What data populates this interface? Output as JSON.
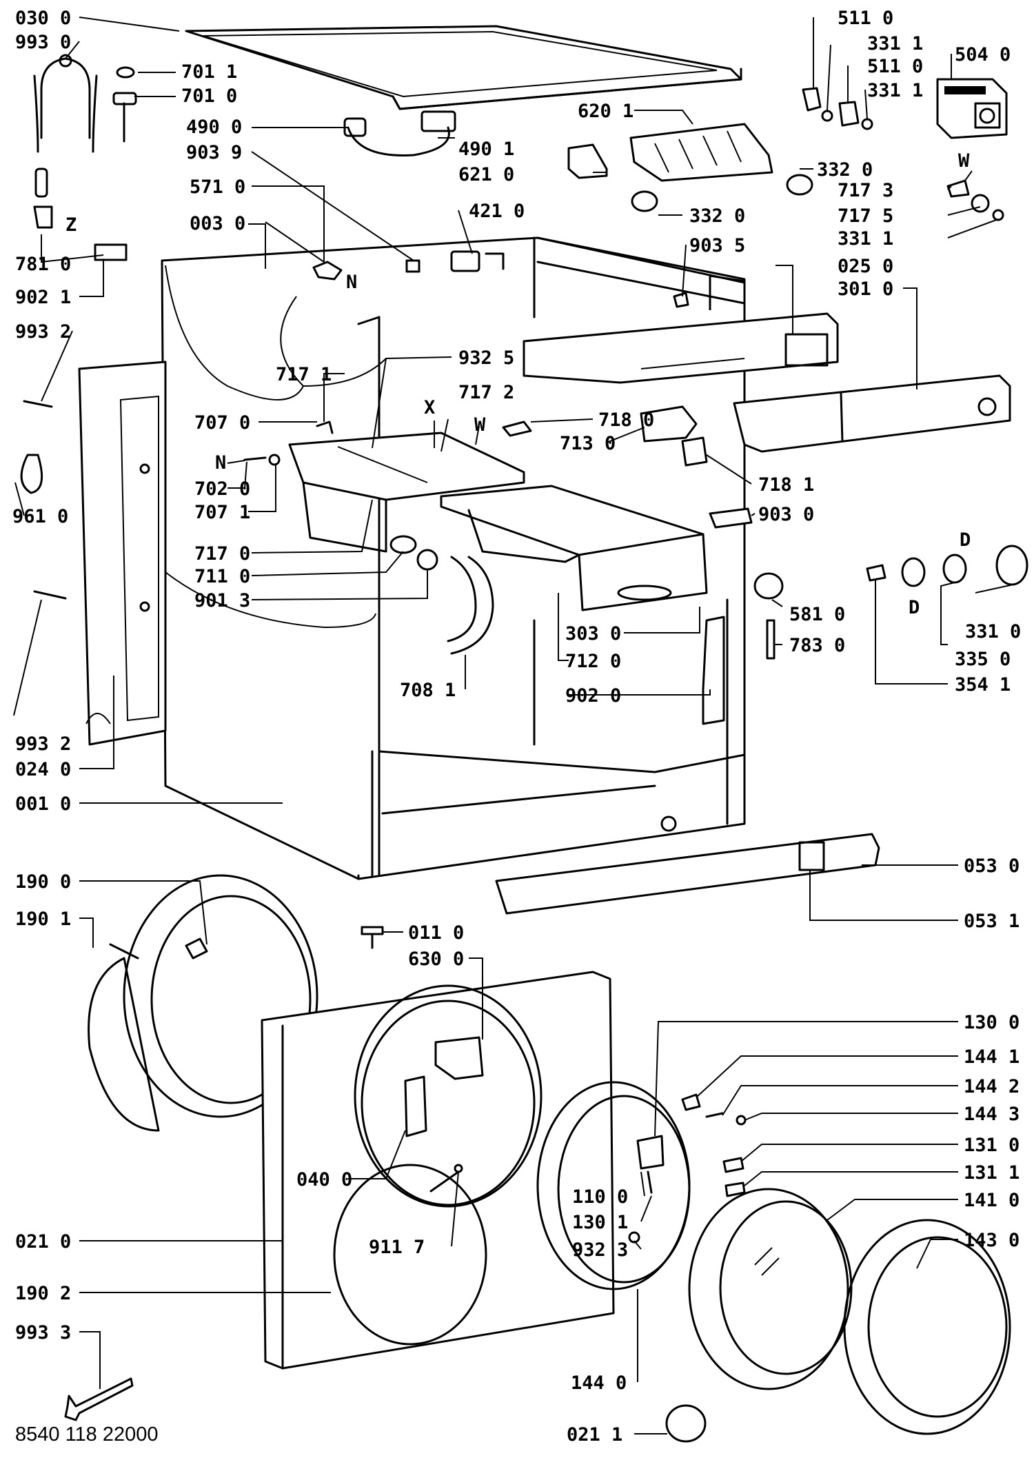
{
  "drawing_code": "8540 118 22000",
  "colors": {
    "line": "#000000",
    "background": "#ffffff"
  },
  "labels": [
    {
      "id": "l0300",
      "text": "030 0"
    },
    {
      "id": "l9930",
      "text": "993 0"
    },
    {
      "id": "l7011",
      "text": "701 1"
    },
    {
      "id": "l7010",
      "text": "701 0"
    },
    {
      "id": "l4900",
      "text": "490 0"
    },
    {
      "id": "l9039",
      "text": "903 9"
    },
    {
      "id": "l4901",
      "text": "490 1"
    },
    {
      "id": "l6210",
      "text": "621 0"
    },
    {
      "id": "l6201",
      "text": "620 1"
    },
    {
      "id": "l5110a",
      "text": "511 0"
    },
    {
      "id": "l3311a",
      "text": "331 1"
    },
    {
      "id": "l5110b",
      "text": "511 0"
    },
    {
      "id": "l3311b",
      "text": "331 1"
    },
    {
      "id": "l5040",
      "text": "504 0"
    },
    {
      "id": "l5710",
      "text": "571 0"
    },
    {
      "id": "l0030",
      "text": "003 0"
    },
    {
      "id": "l4210",
      "text": "421 0"
    },
    {
      "id": "l3320a",
      "text": "332 0"
    },
    {
      "id": "l3320b",
      "text": "332 0"
    },
    {
      "id": "lW1",
      "text": "W"
    },
    {
      "id": "l7173",
      "text": "717 3"
    },
    {
      "id": "l7175",
      "text": "717 5"
    },
    {
      "id": "l3311c",
      "text": "331 1"
    },
    {
      "id": "l9035",
      "text": "903 5"
    },
    {
      "id": "l0250",
      "text": "025 0"
    },
    {
      "id": "l3010",
      "text": "301 0"
    },
    {
      "id": "lZ",
      "text": "Z"
    },
    {
      "id": "l7810",
      "text": "781 0"
    },
    {
      "id": "l9021",
      "text": "902 1"
    },
    {
      "id": "lN1",
      "text": "N"
    },
    {
      "id": "l9932a",
      "text": "993 2"
    },
    {
      "id": "l9325",
      "text": "932 5"
    },
    {
      "id": "l7171",
      "text": "717 1"
    },
    {
      "id": "l7172",
      "text": "717 2"
    },
    {
      "id": "lX",
      "text": "X"
    },
    {
      "id": "lW2",
      "text": "W"
    },
    {
      "id": "l7070",
      "text": "707 0"
    },
    {
      "id": "l7180",
      "text": "718 0"
    },
    {
      "id": "l7130",
      "text": "713 0"
    },
    {
      "id": "lN2",
      "text": "N"
    },
    {
      "id": "l7181",
      "text": "718 1"
    },
    {
      "id": "l7020",
      "text": "702 0"
    },
    {
      "id": "l7071",
      "text": "707 1"
    },
    {
      "id": "l9610",
      "text": "961 0"
    },
    {
      "id": "l9030",
      "text": "903 0"
    },
    {
      "id": "l7170",
      "text": "717 0"
    },
    {
      "id": "l7110",
      "text": "711 0"
    },
    {
      "id": "l9013",
      "text": "901 3"
    },
    {
      "id": "lD1",
      "text": "D"
    },
    {
      "id": "lD2",
      "text": "D"
    },
    {
      "id": "l5810",
      "text": "581 0"
    },
    {
      "id": "l3310",
      "text": "331 0"
    },
    {
      "id": "l7830",
      "text": "783 0"
    },
    {
      "id": "l3350",
      "text": "335 0"
    },
    {
      "id": "l3541",
      "text": "354 1"
    },
    {
      "id": "l3030",
      "text": "303 0"
    },
    {
      "id": "l7120",
      "text": "712 0"
    },
    {
      "id": "l7081",
      "text": "708 1"
    },
    {
      "id": "l9020",
      "text": "902 0"
    },
    {
      "id": "l9932b",
      "text": "993 2"
    },
    {
      "id": "l0240",
      "text": "024 0"
    },
    {
      "id": "l0010",
      "text": "001 0"
    },
    {
      "id": "l0530",
      "text": "053 0"
    },
    {
      "id": "l0531",
      "text": "053 1"
    },
    {
      "id": "l1900",
      "text": "190 0"
    },
    {
      "id": "l1901",
      "text": "190 1"
    },
    {
      "id": "l0110",
      "text": "011 0"
    },
    {
      "id": "l6300",
      "text": "630 0"
    },
    {
      "id": "l1300",
      "text": "130 0"
    },
    {
      "id": "l1441",
      "text": "144 1"
    },
    {
      "id": "l1442",
      "text": "144 2"
    },
    {
      "id": "l1443",
      "text": "144 3"
    },
    {
      "id": "l1310",
      "text": "131 0"
    },
    {
      "id": "l1311",
      "text": "131 1"
    },
    {
      "id": "l1410",
      "text": "141 0"
    },
    {
      "id": "l0400",
      "text": "040 0"
    },
    {
      "id": "l1100",
      "text": "110 0"
    },
    {
      "id": "l1301",
      "text": "130 1"
    },
    {
      "id": "l9323",
      "text": "932 3"
    },
    {
      "id": "l1430",
      "text": "143 0"
    },
    {
      "id": "l0210",
      "text": "021 0"
    },
    {
      "id": "l9117",
      "text": "911 7"
    },
    {
      "id": "l1902",
      "text": "190 2"
    },
    {
      "id": "l9933",
      "text": "993 3"
    },
    {
      "id": "l1440",
      "text": "144 0"
    },
    {
      "id": "l0211",
      "text": "021 1"
    }
  ]
}
